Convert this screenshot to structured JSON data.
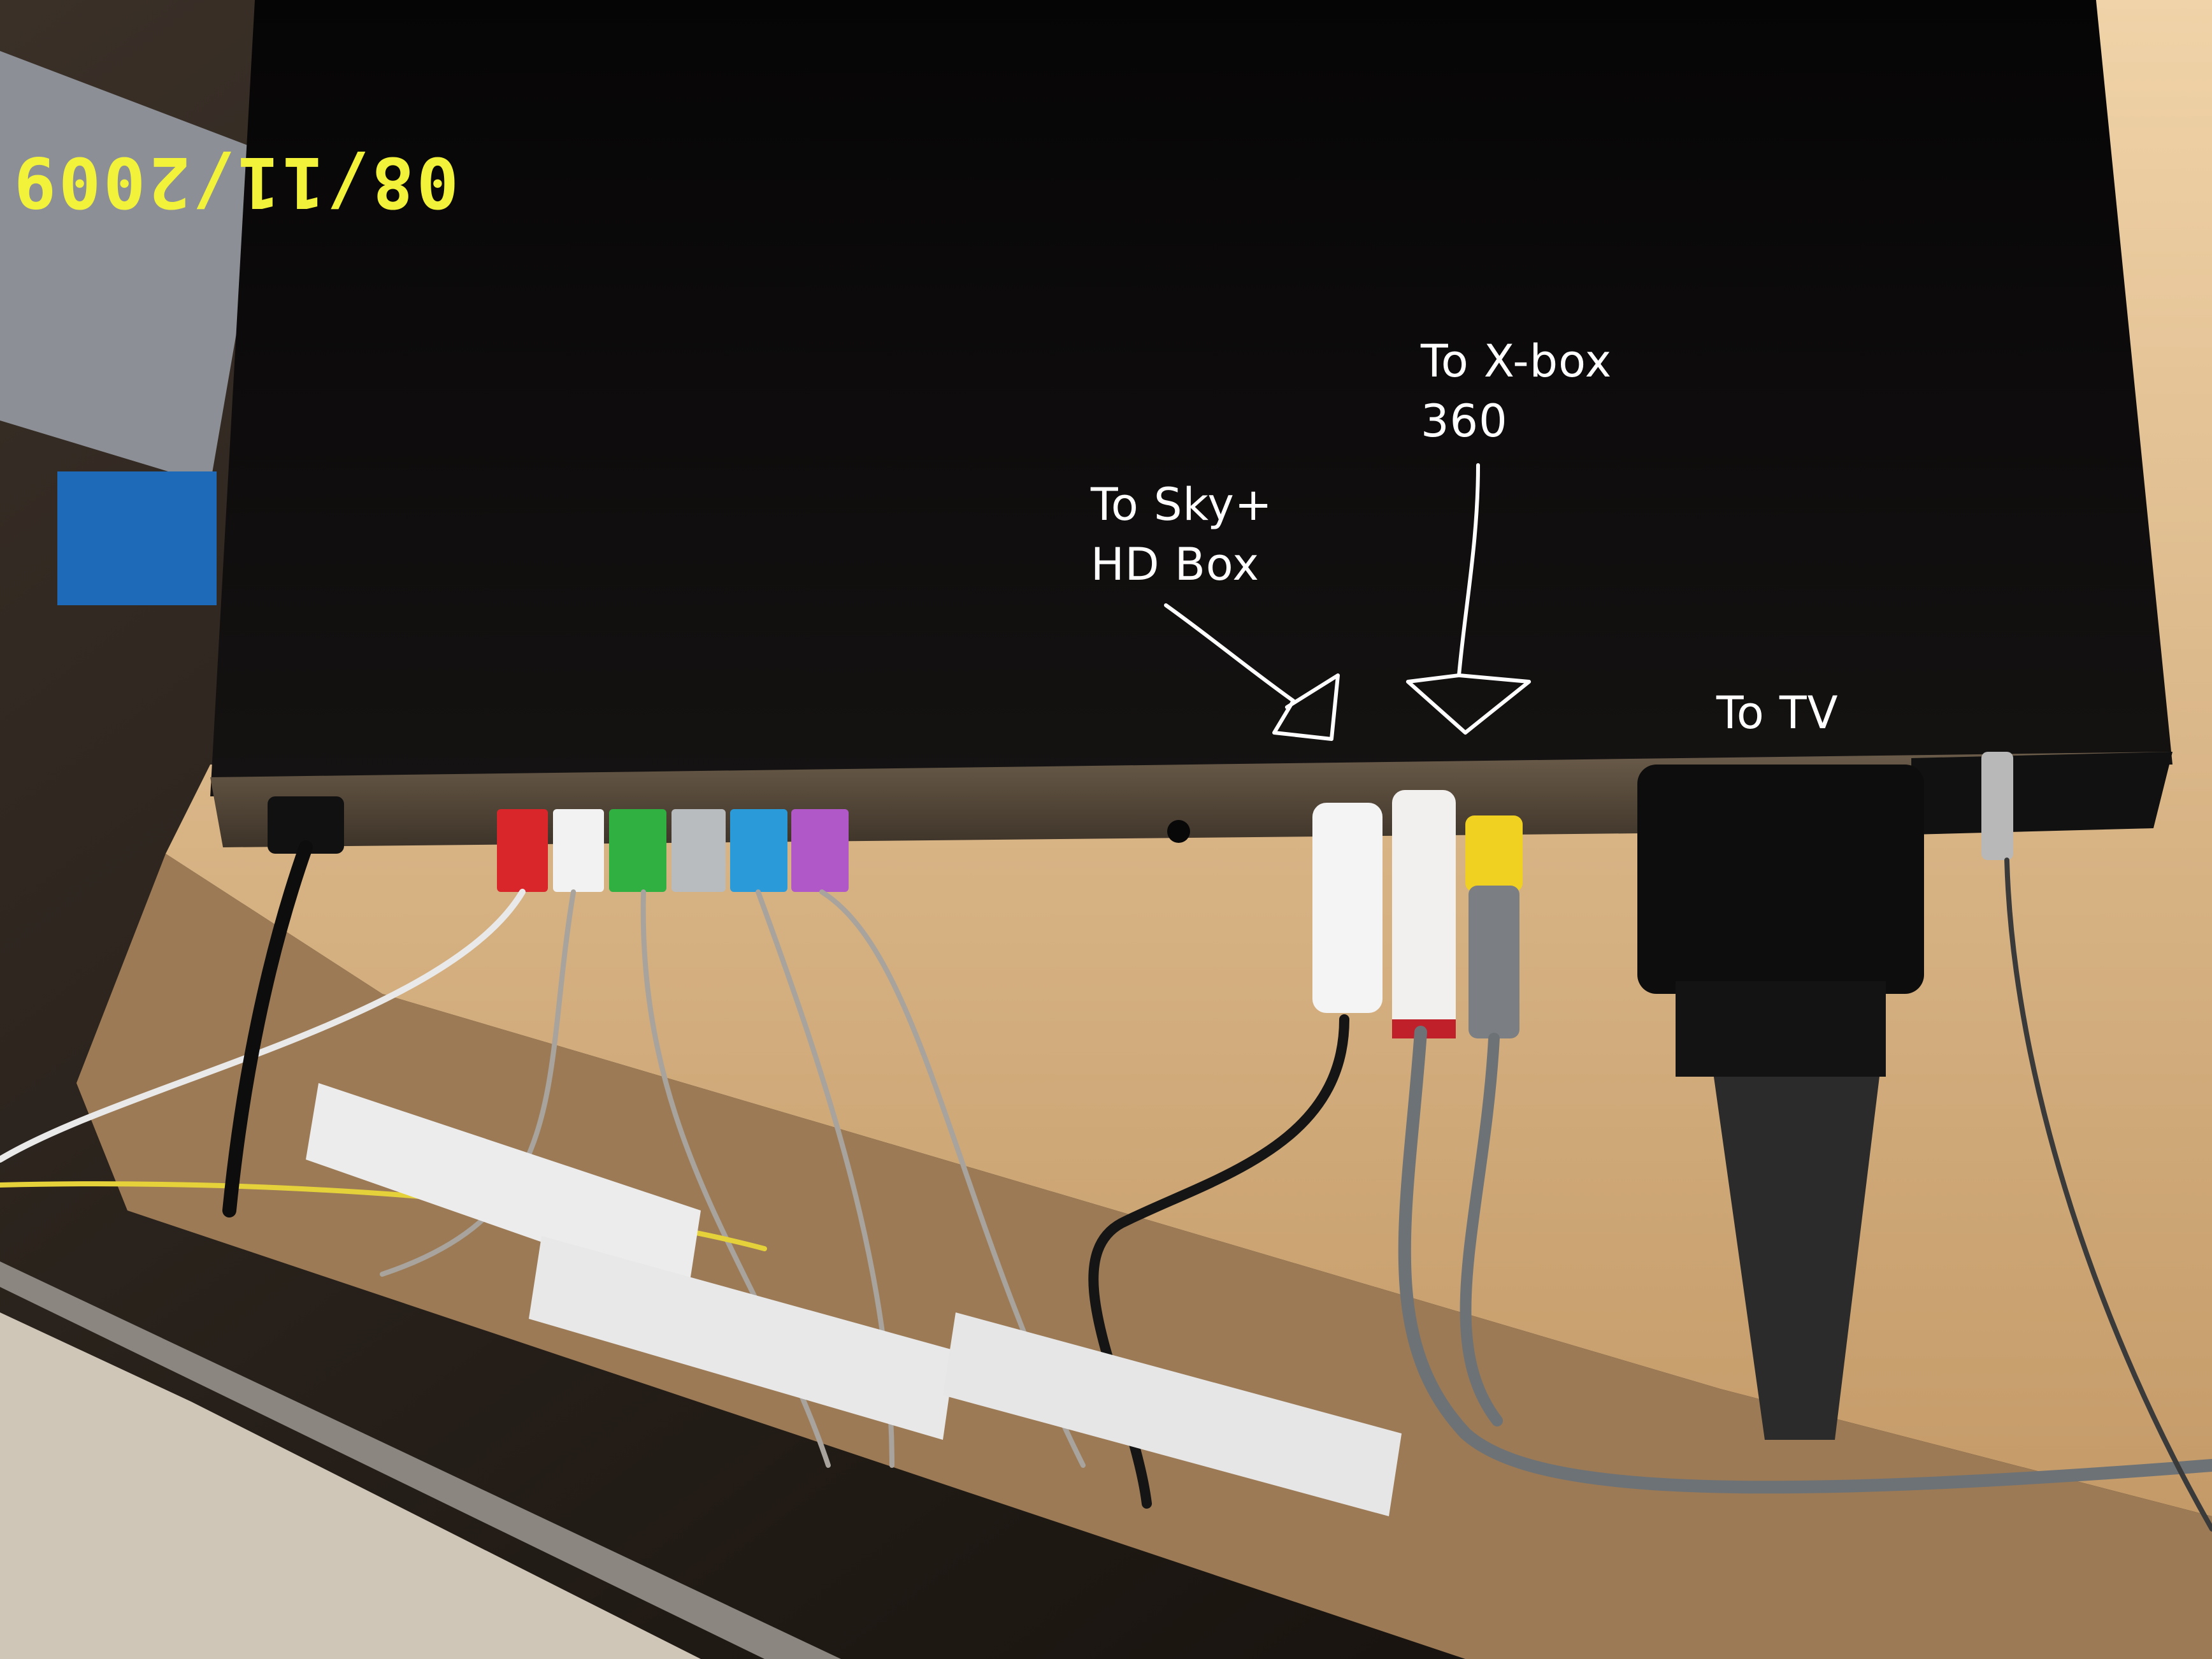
{
  "date_stamp": "08/11/2009",
  "annotations": {
    "sky": "To Sky+\nHD Box",
    "xbox": "To X-box\n360",
    "tv": "To TV"
  },
  "colors": {
    "annotation_text": "#ffffff",
    "date_stamp": "#f2f23a",
    "switch_body": "#0c0a0a",
    "shelf_wood": "#e8c89a"
  },
  "component_connectors": [
    "red",
    "white",
    "green",
    "grey",
    "blue",
    "purple"
  ],
  "composite_connectors": [
    "white",
    "red",
    "yellow"
  ]
}
